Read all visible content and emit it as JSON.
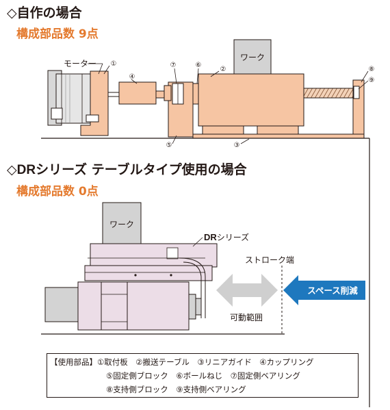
{
  "section1": {
    "title": "◇自作の場合",
    "subtitle": "構成部品数 9点"
  },
  "section2": {
    "title_prefix": "◇",
    "title_bold": "DR",
    "title_rest": "シリーズ テーブルタイプ使用の場合",
    "subtitle": "構成部品数 0点"
  },
  "diagram1": {
    "motor_label": "モーター",
    "work_label": "ワーク",
    "markers": [
      "①",
      "④",
      "⑦",
      "⑥",
      "②",
      "⑧",
      "⑨",
      "⑤",
      "③"
    ]
  },
  "diagram2": {
    "work_label": "ワーク",
    "series_label_bold": "DR",
    "series_label_rest": "シリーズ",
    "stroke_end_label": "ストローク端",
    "space_reduction_label": "スペース削減",
    "movable_range_label": "可動範囲"
  },
  "legend": {
    "line1": "【使用部品】①取付板　②搬送テーブル　③リニアガイド　④カップリング",
    "line2": "⑤固定側ブロック　⑥ボールねじ　⑦固定側ベアリング",
    "line3": "⑧支持側ブロック　⑨支持側ベアリング"
  },
  "colors": {
    "accent_orange": "#e47a2e",
    "part_orange": "#f6c5a3",
    "table_pink": "#ecdde7",
    "grey_body": "#d3d3d3",
    "arrow_grey": "#cfcfcf",
    "arrow_blue": "#1e78be"
  }
}
